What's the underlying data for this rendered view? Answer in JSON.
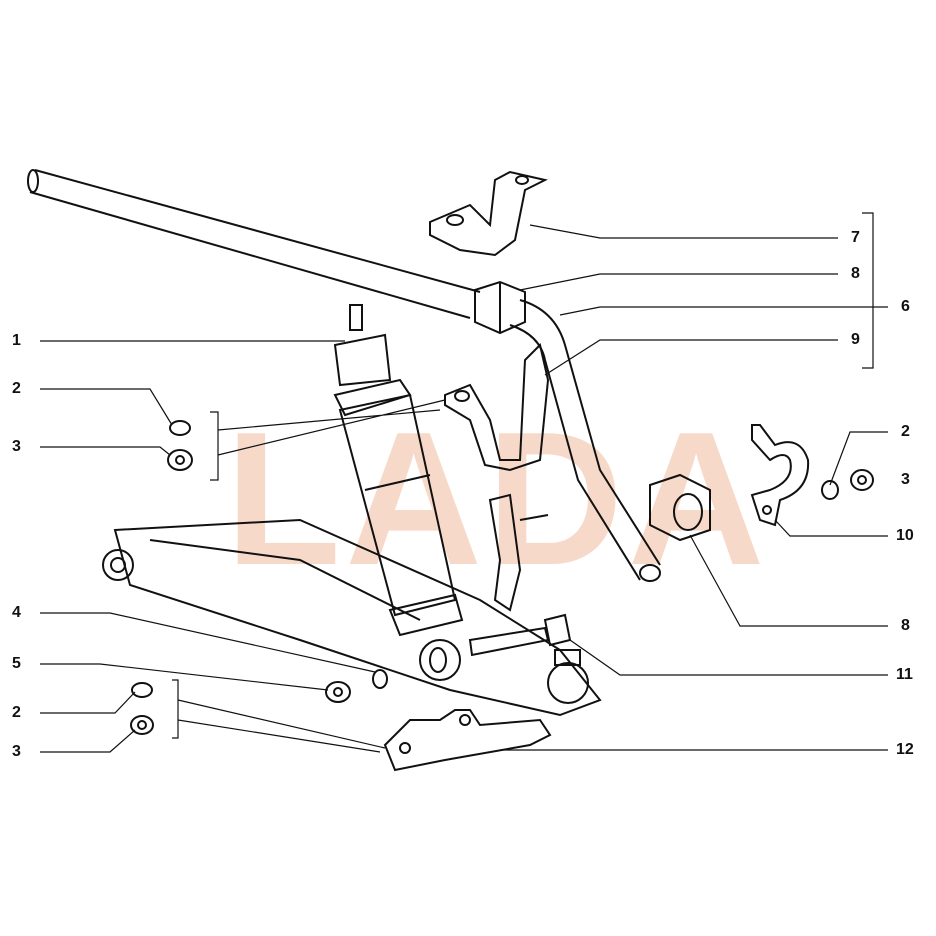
{
  "watermark": "LADA",
  "callouts_left": [
    {
      "label": "1"
    },
    {
      "label": "2"
    },
    {
      "label": "3"
    },
    {
      "label": "4"
    },
    {
      "label": "5"
    },
    {
      "label": "2"
    },
    {
      "label": "3"
    }
  ],
  "callouts_right": [
    {
      "label": "7"
    },
    {
      "label": "8"
    },
    {
      "label": "6"
    },
    {
      "label": "9"
    },
    {
      "label": "2"
    },
    {
      "label": "3"
    },
    {
      "label": "10"
    },
    {
      "label": "8"
    },
    {
      "label": "11"
    },
    {
      "label": "12"
    }
  ],
  "colors": {
    "line": "#111111",
    "watermark": "#f6d3c0"
  }
}
